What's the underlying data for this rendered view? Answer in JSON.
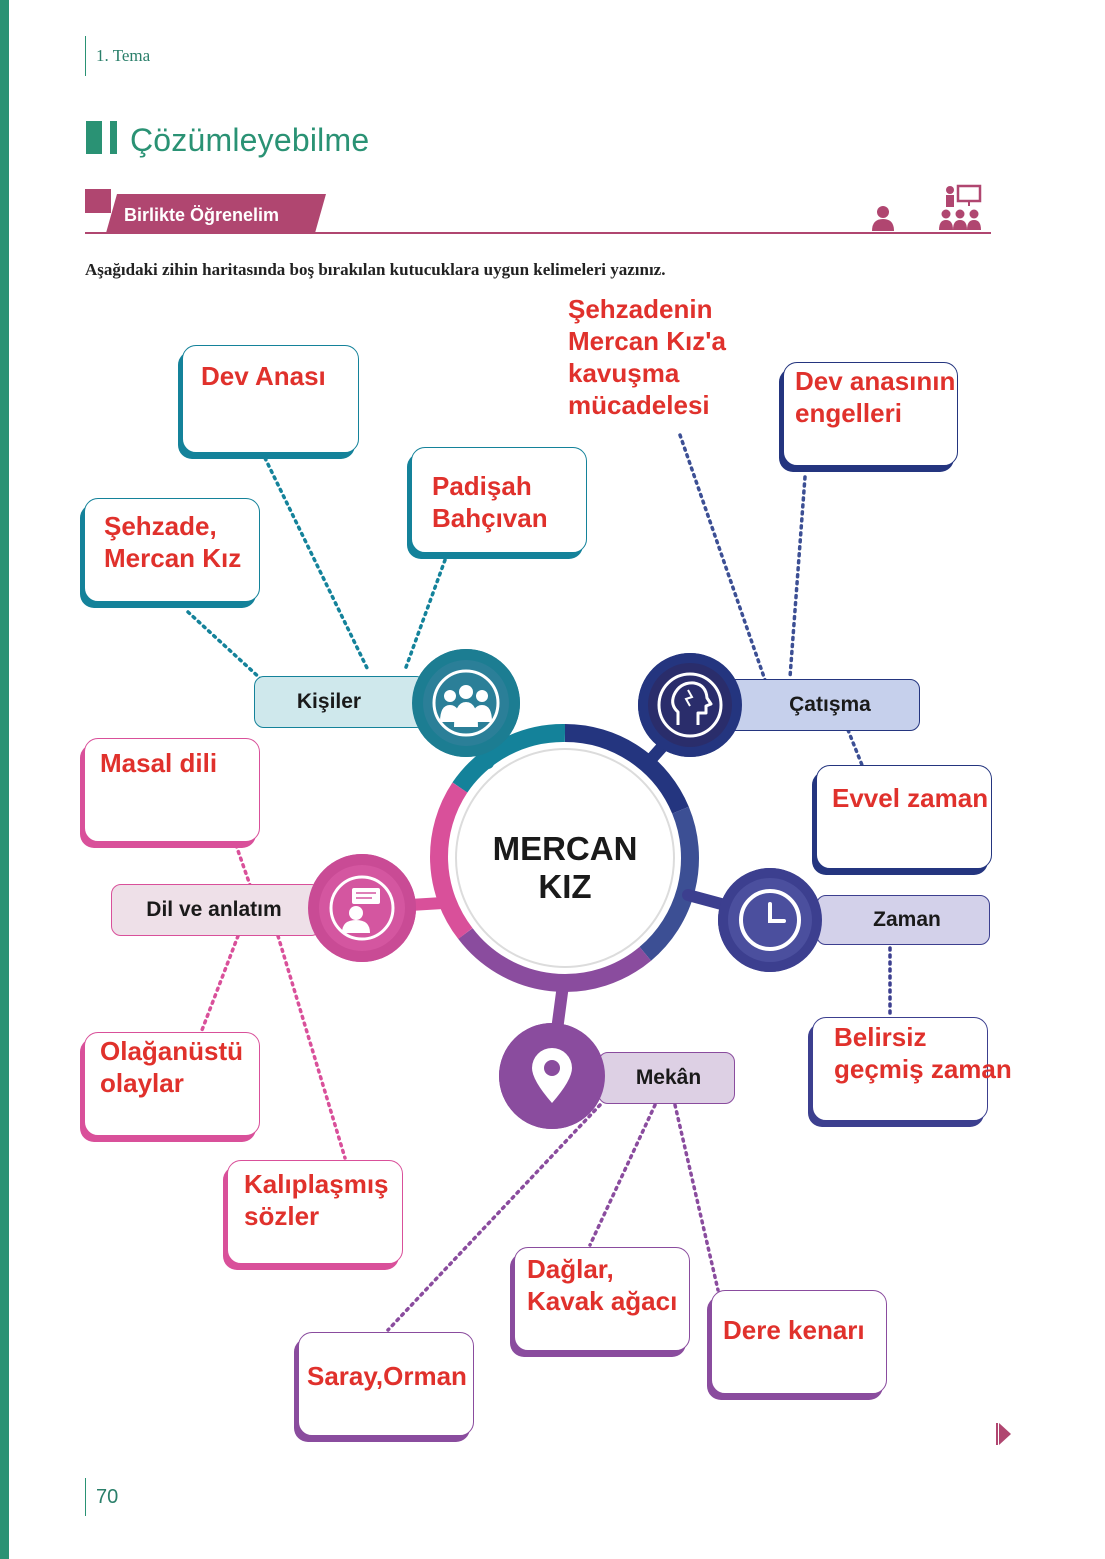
{
  "header": {
    "theme": "1. Tema",
    "title": "Çözümleyebilme",
    "banner": "Birlikte Öğrenelim",
    "instruction": "Aşağıdaki zihin haritasında boş bırakılan kutucuklara uygun kelimeleri yazınız."
  },
  "map": {
    "center": {
      "line1": "MERCAN",
      "line2": "KIZ"
    },
    "branches": {
      "kisiler": {
        "label": "Kişiler",
        "color": "#14829a",
        "answers": [
          [
            "Dev Anası"
          ],
          [
            "Padişah",
            "Bahçıvan"
          ],
          [
            "Şehzade,",
            "Mercan Kız"
          ]
        ]
      },
      "catisma": {
        "label": "Çatışma",
        "color": "#24357f",
        "answers": [
          [
            "Şehzadenin",
            "Mercan Kız'a",
            "kavuşma",
            "mücadelesi"
          ],
          [
            "Dev anasının",
            "engelleri"
          ],
          [
            "Evvel zaman"
          ]
        ]
      },
      "zaman": {
        "label": "Zaman",
        "color": "#3c3f8f",
        "answers": [
          [
            "Belirsiz",
            "geçmiş zaman"
          ]
        ]
      },
      "dil": {
        "label": "Dil ve anlatım",
        "color": "#d9509a",
        "answers": [
          [
            "Masal dili"
          ],
          [
            "Olağanüstü",
            "olaylar"
          ],
          [
            "Kalıplaşmış",
            "sözler"
          ]
        ]
      },
      "mekan": {
        "label": "Mekân",
        "color": "#8a4c9e",
        "answers": [
          [
            "Dağlar,",
            "Kavak ağacı"
          ],
          [
            "Dere kenarı"
          ],
          [
            "Saray,Orman"
          ]
        ]
      }
    }
  },
  "footer": {
    "page_number": "70"
  },
  "colors": {
    "green": "#2a9274",
    "banner": "#b04670",
    "answer_red": "#e0312c"
  }
}
